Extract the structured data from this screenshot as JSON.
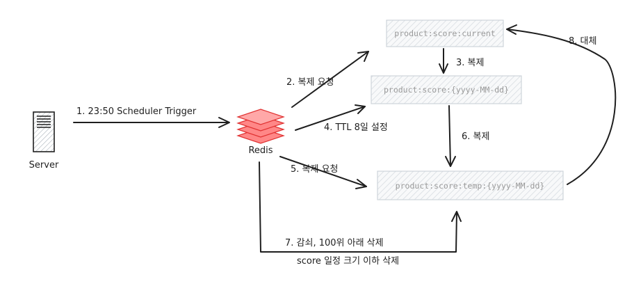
{
  "nodes": {
    "server": {
      "label": "Server",
      "icon": "server-icon"
    },
    "redis": {
      "label": "Redis",
      "icon": "redis-icon",
      "color": "#e03131"
    },
    "box_current": {
      "label": "product:score:current"
    },
    "box_date": {
      "label": "product:score:{yyyy-MM-dd}"
    },
    "box_temp": {
      "label": "product:score:temp:{yyyy-MM-dd}"
    }
  },
  "edges": {
    "e1": "1. 23:50 Scheduler Trigger",
    "e2": "2. 복제 요청",
    "e3": "3. 복제",
    "e4": "4. TTL 8일 설정",
    "e5": "5. 복제 요청",
    "e6": "6. 복제",
    "e7": "7. 감쇠, 100위 아래 삭제",
    "e7b": "score 일정 크기 이하 삭제",
    "e8": "8. 대체"
  },
  "colors": {
    "stroke": "#1e1e1e",
    "box_fill": "#e9ecef",
    "box_border": "#ced4da",
    "redis": "#e03131"
  }
}
